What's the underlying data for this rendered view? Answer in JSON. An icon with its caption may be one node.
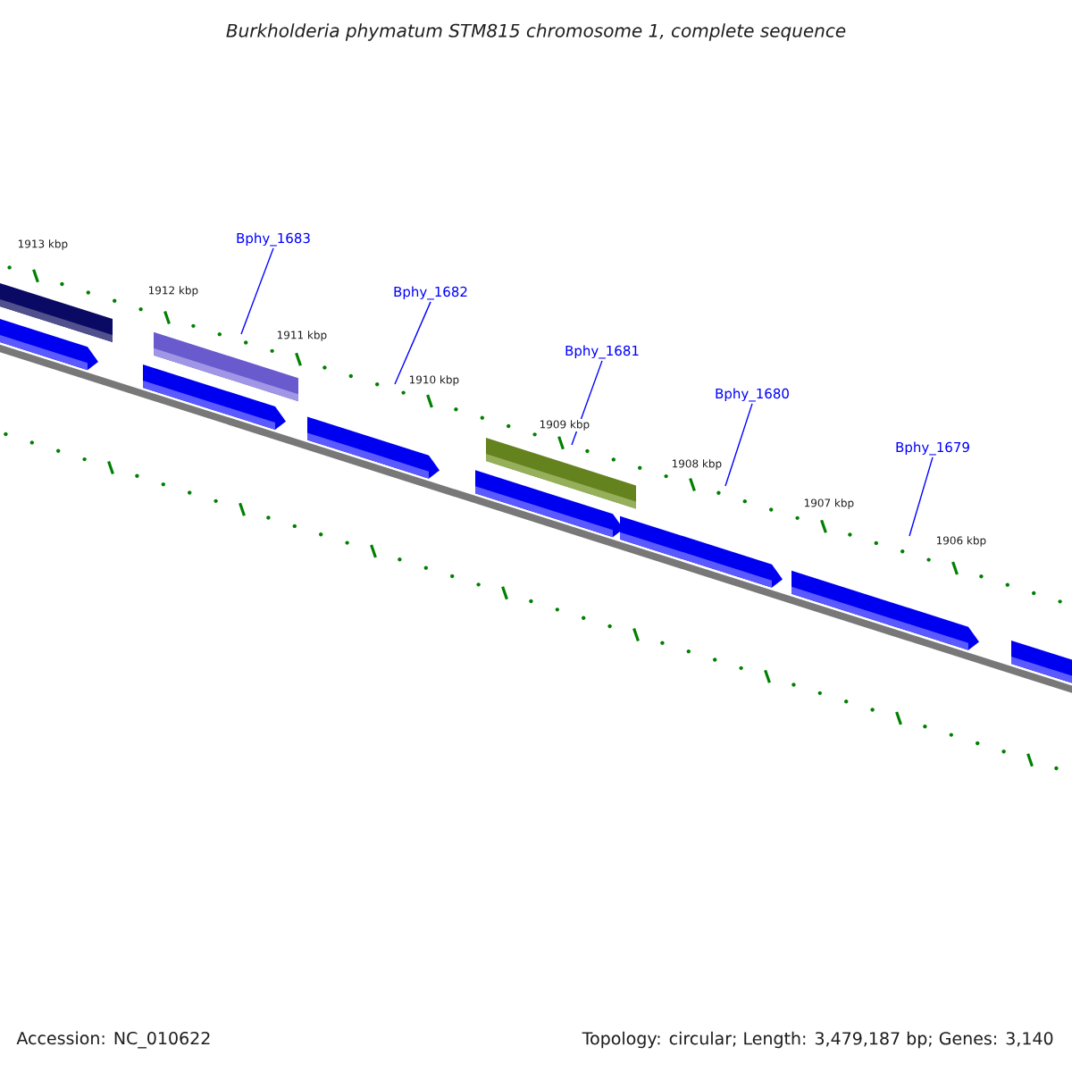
{
  "diagram": {
    "title": "Burkholderia phymatum STM815 chromosome 1, complete sequence",
    "nodes": [
      {
        "text": [
          "Bphy_1683"
        ]
      },
      {
        "text": [
          "Bphy_1682"
        ]
      },
      {
        "text": [
          "Bphy_1681"
        ]
      },
      {
        "text": [
          "Bphy_1680"
        ]
      },
      {
        "text": [
          "Bphy_1679"
        ]
      }
    ],
    "edges": [
      {
        "from": 0,
        "to": null,
        "arrow": "none"
      },
      {
        "from": 1,
        "to": null,
        "arrow": "none"
      },
      {
        "from": 2,
        "to": null,
        "arrow": "none"
      },
      {
        "from": 3,
        "to": null,
        "arrow": "none"
      },
      {
        "from": 4,
        "to": null,
        "arrow": "none"
      }
    ],
    "labels": [
      "1913 kbp",
      "1912 kbp",
      "1911 kbp",
      "1910 kbp",
      "1909 kbp",
      "1908 kbp",
      "1907 kbp",
      "1906 kbp",
      "Accession: NC_010622",
      "Topology: circular; Length: 3,479,187 bp; Genes: 3,140"
    ]
  }
}
